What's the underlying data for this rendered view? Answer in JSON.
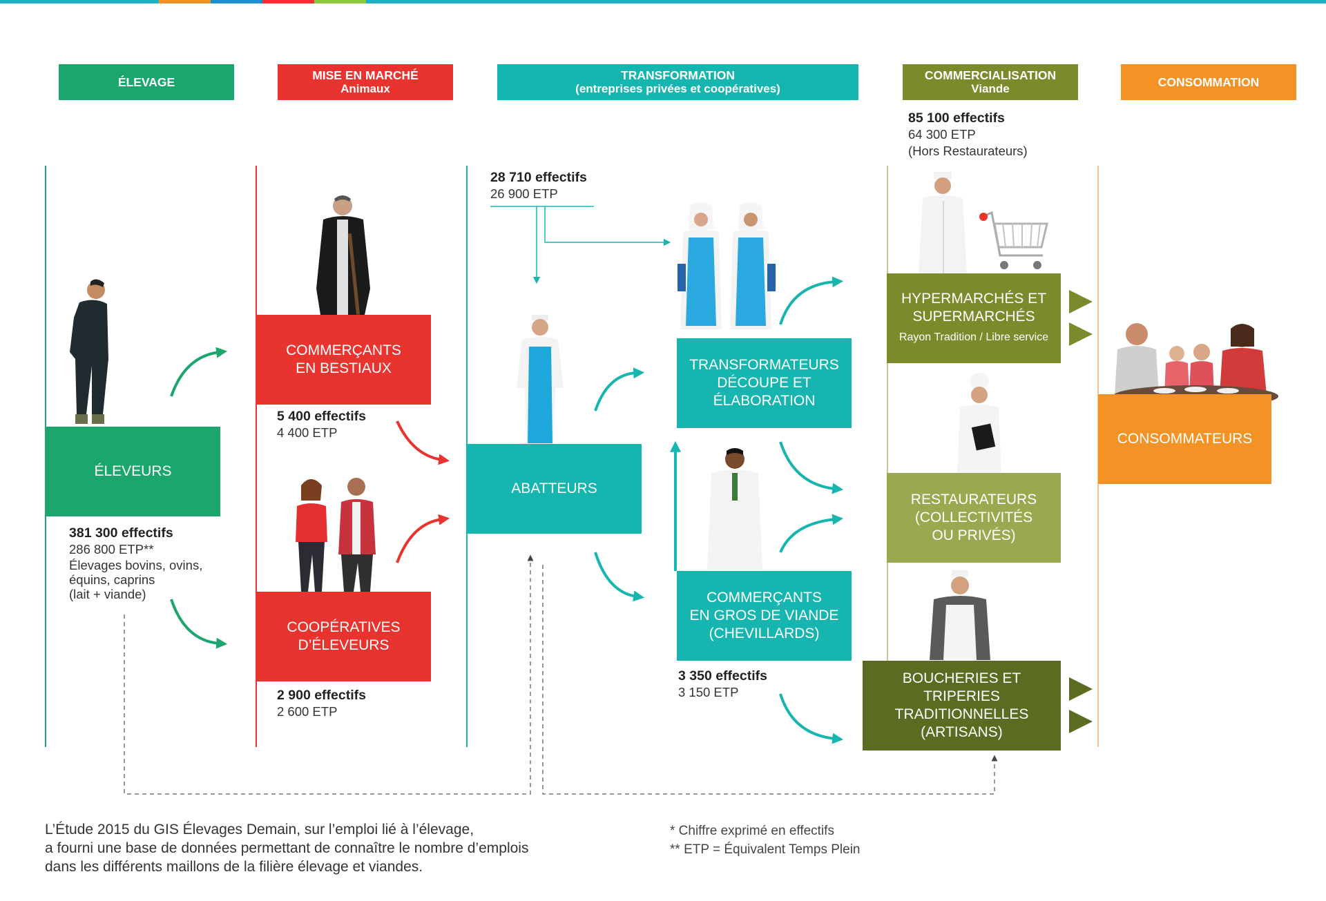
{
  "colors": {
    "elevage": "#1aa66c",
    "mise_en_marche": "#e8332f",
    "transformation": "#17b5b0",
    "commercialisation": "#7a8b2c",
    "commercialisation_light": "#9aa84f",
    "commercialisation_dark": "#5b6b22",
    "consommation": "#f39325"
  },
  "headers": {
    "elevage": {
      "title": "ÉLEVAGE",
      "sub": ""
    },
    "mise_en_marche": {
      "title": "MISE EN MARCHÉ",
      "sub": "Animaux"
    },
    "transformation": {
      "title": "TRANSFORMATION",
      "sub": "(entreprises privées et coopératives)"
    },
    "commercialisation": {
      "title": "COMMERCIALISATION",
      "sub": "Viande"
    },
    "consommation": {
      "title": "CONSOMMATION",
      "sub": ""
    }
  },
  "boxes": {
    "eleveurs": {
      "line1": "ÉLEVEURS"
    },
    "commercants_bestiaux": {
      "line1": "COMMERÇANTS",
      "line2": "EN BESTIAUX"
    },
    "cooperatives": {
      "line1": "COOPÉRATIVES",
      "line2": "D’ÉLEVEURS"
    },
    "abatteurs": {
      "line1": "ABATTEURS"
    },
    "transformateurs": {
      "line1": "TRANSFORMATEURS",
      "line2": "DÉCOUPE ET",
      "line3": "ÉLABORATION"
    },
    "grossistes": {
      "line1": "COMMERÇANTS",
      "line2": "EN GROS DE VIANDE",
      "line3": "(CHEVILLARDS)"
    },
    "hypermarches": {
      "line1": "HYPERMARCHÉS ET",
      "line2": "SUPERMARCHÉS",
      "sub": "Rayon Tradition / Libre service"
    },
    "restaurateurs": {
      "line1": "RESTAURATEURS",
      "line2": "(COLLECTIVITÉS",
      "line3": "OU PRIVÉS)"
    },
    "boucheries": {
      "line1": "BOUCHERIES ET TRIPERIES",
      "line2": "TRADITIONNELLES",
      "line3": "(ARTISANS)"
    },
    "consommateurs": {
      "line1": "CONSOMMATEURS"
    }
  },
  "stats": {
    "eleveurs": {
      "effectifs": "381 300 effectifs",
      "etp": "286 800 ETP**",
      "l3": "Élevages bovins, ovins,",
      "l4": "équins, caprins",
      "l5": "(lait + viande)"
    },
    "commercants": {
      "effectifs": "5 400 effectifs",
      "etp": "4 400 ETP"
    },
    "cooperatives": {
      "effectifs": "2 900 effectifs",
      "etp": "2 600 ETP"
    },
    "transformation": {
      "effectifs": "28 710 effectifs",
      "etp": "26 900 ETP"
    },
    "grossistes": {
      "effectifs": "3 350 effectifs",
      "etp": "3 150 ETP"
    },
    "commercialisation": {
      "effectifs": "85 100 effectifs",
      "etp": "64 300 ETP",
      "l3": "(Hors Restaurateurs)"
    }
  },
  "note": {
    "l1": "L’Étude 2015 du GIS Élevages Demain, sur l’emploi lié à l’élevage,",
    "l2": "a fourni une base de données permettant de connaître le nombre d’emplois",
    "l3": "dans les différents maillons de la filière élevage et viandes."
  },
  "footnotes": {
    "f1": "* Chiffre exprimé en effectifs",
    "f2": "** ETP = Équivalent Temps Plein"
  }
}
